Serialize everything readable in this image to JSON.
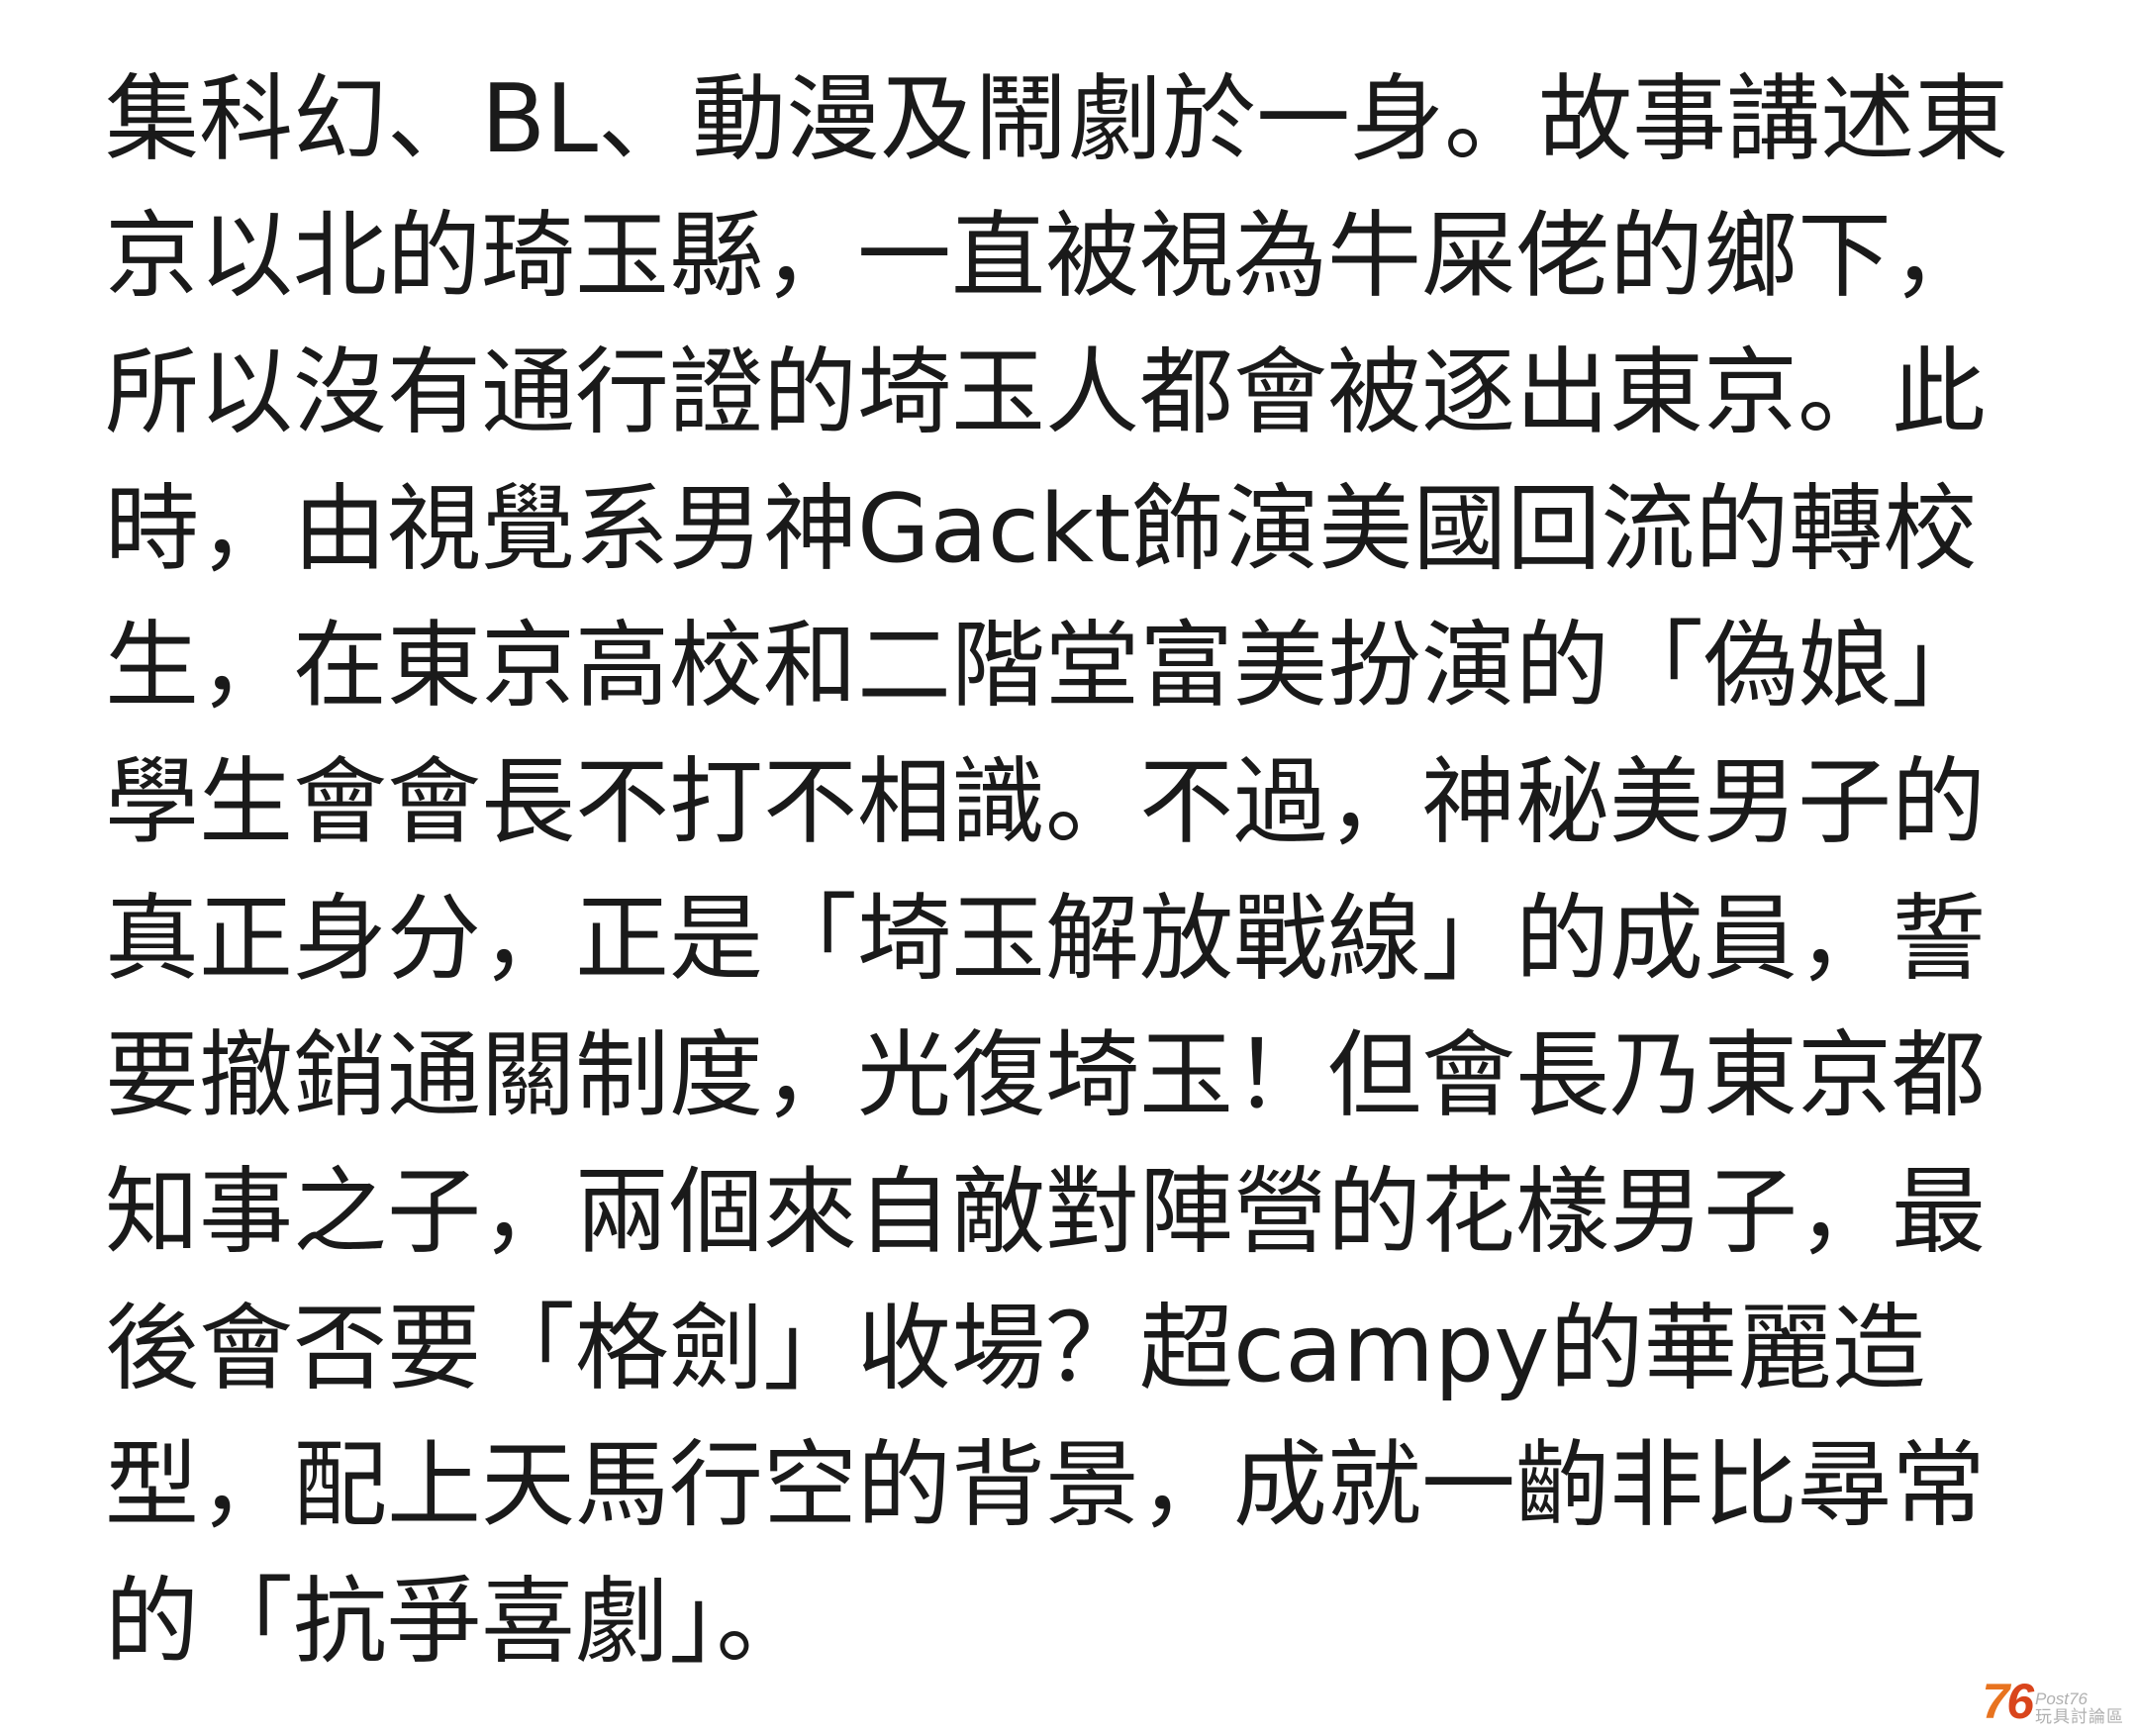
{
  "article": {
    "lines": [
      "集科幻、BL、動漫及鬧劇於一身。故事講述東",
      "京以北的琦玉縣，一直被視為牛屎佬的鄉下，",
      "所以沒有通行證的埼玉人都會被逐出東京。此",
      "時，由視覺系男神Gackt飾演美國回流的轉校",
      "生，在東京高校和二階堂富美扮演的「偽娘」",
      "學生會會長不打不相識。不過，神秘美男子的",
      "真正身分，正是「埼玉解放戰線」的成員，誓",
      "要撤銷通關制度，光復埼玉！但會長乃東京都",
      "知事之子，兩個來自敵對陣營的花樣男子，最",
      "後會否要「格劍」收場？超campy的華麗造",
      "型，配上天馬行空的背景，成就一齣非比尋常",
      "的「抗爭喜劇」。"
    ]
  },
  "watermark": {
    "number_7": "7",
    "number_6": "6",
    "small_top": "Post76",
    "small_bottom": "玩具討論區"
  },
  "colors": {
    "text": "#1a1a1a",
    "background": "#ffffff",
    "watermark_orange": "#e8731f",
    "watermark_red": "#d9451c",
    "watermark_gray": "#b0b0b0"
  }
}
